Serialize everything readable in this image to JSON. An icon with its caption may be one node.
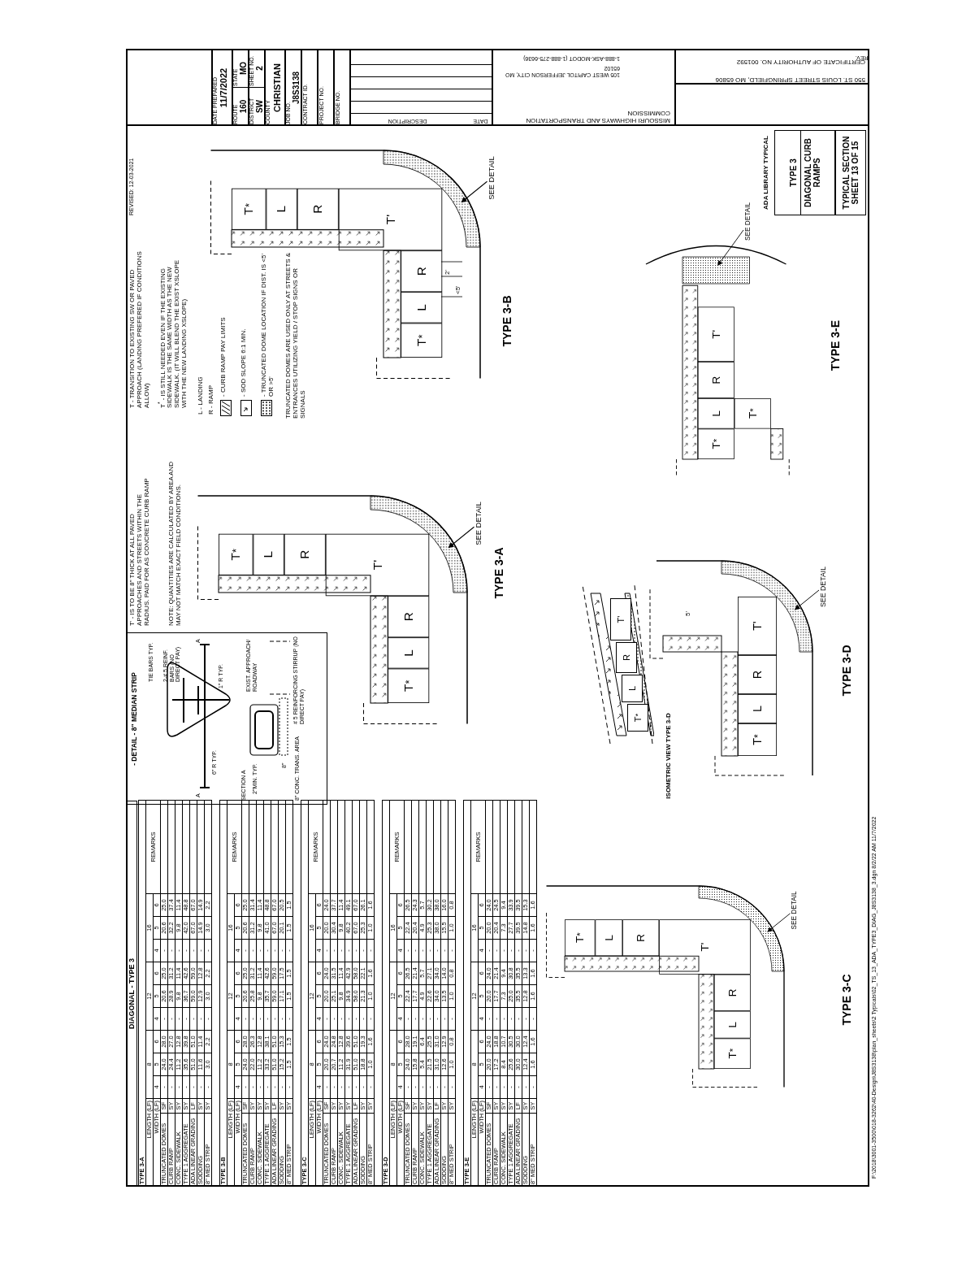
{
  "diagram": {
    "nodes": [
      {
        "text": [
          "- DETAIL - 8\" MEDIAN STRIP"
        ]
      },
      {
        "text": [
          "T$^{*}$"
        ]
      },
      {
        "text": [
          "L"
        ]
      },
      {
        "text": [
          "R"
        ]
      },
      {
        "text": [
          "T'"
        ]
      },
      {
        "text": [
          "R"
        ]
      },
      {
        "text": [
          "L"
        ]
      },
      {
        "text": [
          "T$^{*}$"
        ]
      },
      {
        "text": [
          "SEE DETAIL"
        ]
      },
      {
        "text": [
          "T$^{*}$"
        ]
      },
      {
        "text": [
          "L"
        ]
      },
      {
        "text": [
          "R"
        ]
      },
      {
        "text": [
          "T'"
        ]
      },
      {
        "text": [
          "R"
        ]
      },
      {
        "text": [
          "L"
        ]
      },
      {
        "text": [
          "T$^{*}$"
        ]
      },
      {
        "text": [
          "SEE DETAIL"
        ]
      },
      {
        "text": [
          "T$^{*}$"
        ]
      },
      {
        "text": [
          "L"
        ]
      },
      {
        "text": [
          "R"
        ]
      },
      {
        "text": [
          "T'"
        ]
      },
      {
        "text": [
          "R"
        ]
      },
      {
        "text": [
          "L"
        ]
      },
      {
        "text": [
          "T$^{*}$"
        ]
      },
      {
        "text": [
          "SEE DETAIL"
        ]
      },
      {
        "text": [
          "T$^{*}$"
        ]
      },
      {
        "text": [
          "L"
        ]
      },
      {
        "text": [
          "R"
        ]
      },
      {
        "text": [
          "T'"
        ]
      },
      {
        "text": [
          "SEE DETAIL"
        ]
      },
      {
        "text": [
          "T$^{*}$"
        ]
      },
      {
        "text": [
          "L"
        ]
      },
      {
        "text": [
          "R"
        ]
      },
      {
        "text": [
          "T'"
        ]
      },
      {
        "text": [
          "T$^{*}$"
        ]
      },
      {
        "text": [
          "SEE DETAIL"
        ]
      },
      {
        "text": [
          "T$^{*}$"
        ]
      },
      {
        "text": [
          "L"
        ]
      },
      {
        "text": [
          "R"
        ]
      },
      {
        "text": [
          "T'"
        ]
      },
      {
        "text": [
          "TYPE 3",
          "DIAGONAL CURB RAMPS"
        ]
      },
      {
        "text": [
          "TYPICAL SECTION SHEET 13 OF 15"
        ]
      }
    ],
    "edges": [
      {
        "from": 8,
        "to": null,
        "arrow": "to"
      },
      {
        "from": 16,
        "to": null,
        "arrow": "to"
      },
      {
        "from": 24,
        "to": null,
        "arrow": "to"
      },
      {
        "from": 29,
        "to": null,
        "arrow": "to"
      },
      {
        "from": 35,
        "to": null,
        "arrow": "to"
      }
    ],
    "labels": [
      "DIAGONAL - TYPE 3",
      "TYPE 3-A",
      "LENGTH (LF)",
      "8",
      "12",
      "16",
      "REMARKS",
      "WIDTH (LF)",
      "4",
      "5",
      "6",
      "4",
      "5",
      "6",
      "4",
      "5",
      "6",
      "TRUNCATED DOMES",
      "SF",
      "-",
      "24.0",
      "28.0",
      "-",
      "20.6",
      "25.0",
      "-",
      "20.6",
      "25.0",
      "CURB RAMP",
      "SY",
      "-",
      "24.4",
      "27.0",
      "-",
      "28.9",
      "31.2",
      "-",
      "32.2",
      "37.4",
      "CONC. SIDEWALK",
      "SY",
      "-",
      "11.2",
      "12.8",
      "-",
      "9.8",
      "11.4",
      "-",
      "9.8",
      "11.4",
      "TYPE 1 AGGREGATE",
      "SY",
      "-",
      "35.6",
      "39.8",
      "-",
      "36.7",
      "42.6",
      "-",
      "42.0",
      "48.8",
      "ADA LINEAR GRADING",
      "LF",
      "-",
      "51.0",
      "51.0",
      "-",
      "59.0",
      "59.0",
      "-",
      "67.0",
      "67.0",
      "SODDING",
      "SY",
      "-",
      "11.6",
      "11.4",
      "-",
      "12.9",
      "12.8",
      "-",
      "14.9",
      "14.9",
      "8\" MED STRIP",
      "SY",
      "-",
      "3.0",
      "2.2",
      "-",
      "3.0",
      "2.2",
      "-",
      "3.0",
      "2.2",
      "TYPE 3-B",
      "LENGTH (LF)",
      "8",
      "12",
      "16",
      "REMARKS",
      "WIDTH (LF)",
      "4",
      "5",
      "6",
      "4",
      "5",
      "6",
      "4",
      "5",
      "6",
      "TRUNCATED DOMES",
      "SF",
      "-",
      "24.0",
      "28.0",
      "-",
      "20.6",
      "25.0",
      "-",
      "20.6",
      "25.0",
      "CURB RAMP",
      "SY",
      "-",
      "22.0",
      "26.3",
      "-",
      "25.8",
      "31.2",
      "-",
      "31.2",
      "31.4",
      "CONC. SIDEWALK",
      "SY",
      "-",
      "11.2",
      "12.8",
      "-",
      "9.8",
      "11.4",
      "-",
      "9.8",
      "11.4",
      "TYPE 1 AGGREGATE",
      "SY",
      "-",
      "33.2",
      "38.1",
      "-",
      "35.7",
      "42.6",
      "-",
      "41.0",
      "48.8",
      "ADA LINEAR GRADING",
      "LF",
      "-",
      "51.0",
      "51.0",
      "-",
      "59.0",
      "59.0",
      "-",
      "67.0",
      "67.0",
      "SODDING",
      "SY",
      "-",
      "15.2",
      "15.3",
      "-",
      "17.1",
      "17.5",
      "-",
      "20.1",
      "20.5",
      "8\" MED STRIP",
      "SY",
      "-",
      "1.5",
      "1.5",
      "-",
      "1.5",
      "1.5",
      "-",
      "1.5",
      "1.5",
      "TYPE 3-C",
      "LENGTH (LF)",
      "8",
      "12",
      "16",
      "REMARKS",
      "WIDTH (LF)",
      "4",
      "5",
      "6",
      "4",
      "5",
      "6",
      "4",
      "5",
      "6",
      "TRUNCATED DOMES",
      "SF",
      "-",
      "20.0",
      "24.0",
      "-",
      "20.0",
      "24.0",
      "-",
      "20.0",
      "24.0",
      "CURB RAMP",
      "SY",
      "-",
      "20.7",
      "24.8",
      "-",
      "25.1",
      "31.5",
      "-",
      "30.4",
      "37.7",
      "CONC. SIDEWALK",
      "SY",
      "-",
      "11.2",
      "12.8",
      "-",
      "9.8",
      "11.4",
      "-",
      "9.8",
      "11.4",
      "TYPE 1 AGGREGATE",
      "SY",
      "-",
      "31.9",
      "39.6",
      "-",
      "34.9",
      "42.9",
      "-",
      "40.2",
      "49.1",
      "ADA LINEAR GRADING",
      "LF",
      "-",
      "51.0",
      "51.0",
      "-",
      "58.0",
      "58.0",
      "-",
      "67.0",
      "67.0",
      "SODDING",
      "SY",
      "-",
      "18.8",
      "19.3",
      "-",
      "21.3",
      "22.1",
      "-",
      "25.3",
      "26.1",
      "8\" MED STRIP",
      "SY",
      "-",
      "1.0",
      "1.6",
      "-",
      "1.0",
      "1.6",
      "-",
      "1.0",
      "1.6",
      "TYPE 3-D",
      "LENGTH (LF)",
      "8",
      "12",
      "16",
      "REMARKS",
      "WIDTH (LF)",
      "4",
      "5",
      "6",
      "4",
      "5",
      "6",
      "4",
      "5",
      "6",
      "TRUNCATED DOMES",
      "SF",
      "-",
      "24.0",
      "28.0",
      "-",
      "22.4",
      "26.5",
      "-",
      "22.4",
      "26.5",
      "CURB RAMP",
      "SY",
      "-",
      "15.8",
      "19.1",
      "-",
      "17.7",
      "21.4",
      "-",
      "20.4",
      "24.3",
      "CONC. SIDEWALK",
      "SY",
      "-",
      "5.4",
      "6.4",
      "-",
      "4.9",
      "5.7",
      "-",
      "4.9",
      "5.7",
      "TYPE 1 AGGREGATE",
      "SY",
      "-",
      "21.5",
      "25.5",
      "-",
      "22.6",
      "27.1",
      "-",
      "25.3",
      "30.2",
      "ADA LINEAR GRADING",
      "LF",
      "-",
      "31.0",
      "31.0",
      "-",
      "34.0",
      "34.0",
      "-",
      "38.0",
      "38.0",
      "SODDING",
      "SY",
      "-",
      "12.6",
      "12.9",
      "-",
      "13.5",
      "14.0",
      "-",
      "15.5",
      "16.0",
      "8\" MED STRIP",
      "SY",
      "-",
      "1.0",
      "0.8",
      "-",
      "1.0",
      "0.8",
      "-",
      "1.0",
      "0.8",
      "TYPE 3-E",
      "LENGTH (LF)",
      "8",
      "12",
      "16",
      "REMARKS",
      "WIDTH (LF)",
      "4",
      "5",
      "6",
      "4",
      "5",
      "6",
      "4",
      "5",
      "6",
      "TRUNCATED DOMES",
      "SF",
      "-",
      "20.0",
      "24.0",
      "-",
      "20.0",
      "24.0",
      "-",
      "20.0",
      "24.0",
      "CURB RAMP",
      "SY",
      "-",
      "17.2",
      "18.8",
      "-",
      "17.7",
      "21.4",
      "-",
      "20.4",
      "24.5",
      "CONC. SIDEWALK",
      "SY",
      "-",
      "8.4",
      "10.7",
      "-",
      "7.3",
      "9.4",
      "-",
      "7.3",
      "9.4",
      "TYPE 1 AGGREGATE",
      "SY",
      "-",
      "25.6",
      "30.5",
      "-",
      "25.0",
      "30.8",
      "-",
      "27.7",
      "33.9",
      "ADA LINEAR GRADING",
      "LF",
      "-",
      "30.0",
      "30.0",
      "-",
      "35.5",
      "35.5",
      "-",
      "39.5",
      "39.5",
      "SODDING",
      "SY",
      "-",
      "12.4",
      "12.4",
      "-",
      "12.8",
      "13.3",
      "-",
      "14.8",
      "15.3",
      "8\" MED STRIP",
      "SY",
      "-",
      "1.6",
      "1.6",
      "-",
      "1.6",
      "1.6",
      "-",
      "1.6",
      "1.6",
      "TIE BARS TYP.",
      "2-# 5 REINF. BARS (NO DIRECT PAY)",
      "A",
      "A",
      "6\" R TYP.",
      "SECTION A",
      "1\" R TYP.",
      "2\"MIN. TYP.",
      "8\"",
      "EXIST. APPROACH/ ROADWAY",
      "# 5 REINFORCING STIRRUP (NO DIRECT PAY)",
      "8\" CONC. TRANS. AREA",
      "T' - IS TO BE 8\" THICK AT ALL PAVED APPROACHES AND STREETS WITHIN THE RADIUS. PAID FOR AS CONCRETE CURB RAMP",
      "NOTE: QUANTITIES ARE CALCULATED BY AREA AND MAY NOT MATCH EXACT FIELD CONDITIONS.",
      "T - TRANSITION TO EXISTING SW OR PAVED APPROACH (LANDING PREFERED IF CONDITIONS ALLOW)",
      "T$^{*}$ - IS STILL NEEDED EVEN IF THE EXISTING SIDEWALK IS THE SAME WIDTH AS THE NEW SIDEWALK. (IT WILL BLEND THE EXIST XSLOPE WITH THE NEW LANDING XSLOPE)",
      "L - LANDING",
      "R - RAMP",
      "TRUNCATED DOMES ARE USED ONLY AT STREETS & ENTRANCES UTILIZING YIELD / STOP SIGNS OR SIGNALS",
      "TYPE 3-A",
      "TYPE 3-B",
      "2'",
      "<5'",
      "ISOMETRIC VIEW TYPE 3-D",
      "TYPE 3-C",
      "TYPE 3-D",
      "5'",
      "TYPE 3-E",
      "REVISED: 12-03-2021",
      "DATE PREPARED",
      "11/7/2022",
      "ROUTE",
      "160",
      "STATE",
      "MO",
      "DISTRICT",
      "SW",
      "SHEET NO.",
      "2",
      "COUNTY",
      "CHRISTIAN",
      "JOB NO.",
      "J8S3138",
      "CONTRACT ID.",
      "PROJECT NO.",
      "BRIDGE NO.",
      "DESCRIPTION",
      "DATE",
      "MISSOURI HIGHWAYS AND TRANSPORTATION COMMISSION",
      "105 WEST CAPITOL JEFFERSON CITY, MO 65102",
      "1-888-ASK-MODOT (1-888-275-6636)",
      "550 ST. LOUIS STREET SPRINGFIELD, MO 65806",
      "CERTIFICATE OF AUTHORITY NO. 001592",
      "ADA LIBRARY TYPICAL",
      "REV.",
      "F:\\2018\\3001-3500\\018-3262\\40-Design\\J8S3138\\plan_sheets\\2 Typicals\\02_TS_13_ADA_TYPE3_DIAG_J8S3138_3.dgn 8/2/22 AM 11/7/2022"
    ],
    "legend": [
      {
        "text": "- CURB RAMP PAY LIMITS"
      },
      {
        "text": "- SOD SLOPE 6:1 MIN."
      },
      {
        "text": "- TRUNCATED DOME LOCATION IF DIST. IS <5' OR >5'"
      }
    ]
  }
}
